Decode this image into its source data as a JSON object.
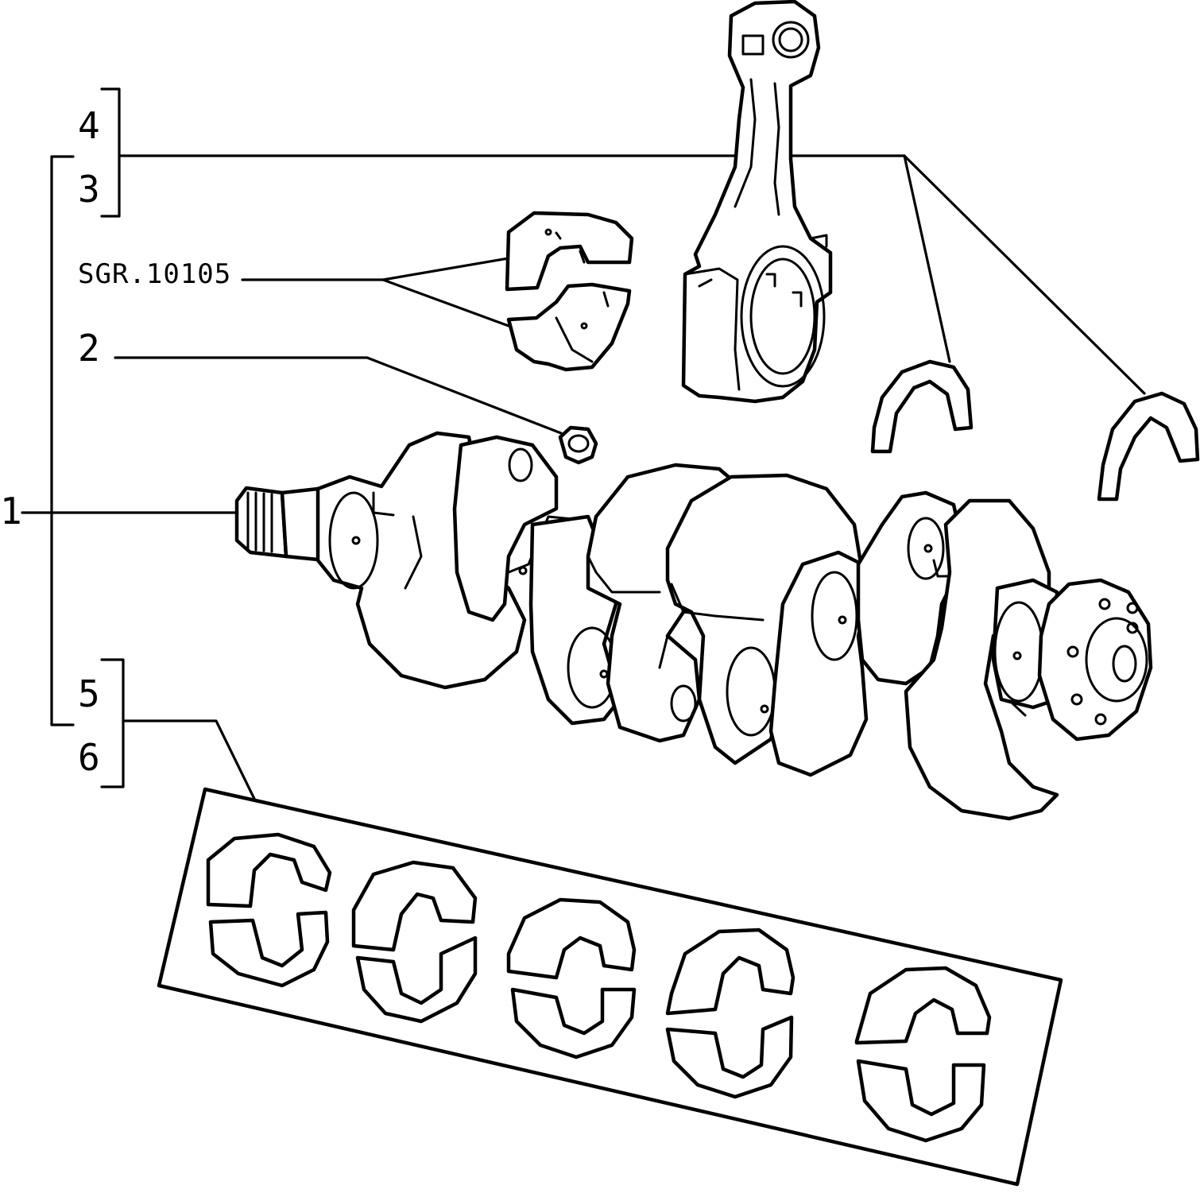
{
  "labels": {
    "part_1": "1",
    "part_2": "2",
    "part_3": "3",
    "part_4": "4",
    "part_5": "5",
    "part_6": "6",
    "kit_code": "SGR.10105"
  },
  "colors": {
    "ink": "#000000",
    "paper": "#ffffff"
  }
}
